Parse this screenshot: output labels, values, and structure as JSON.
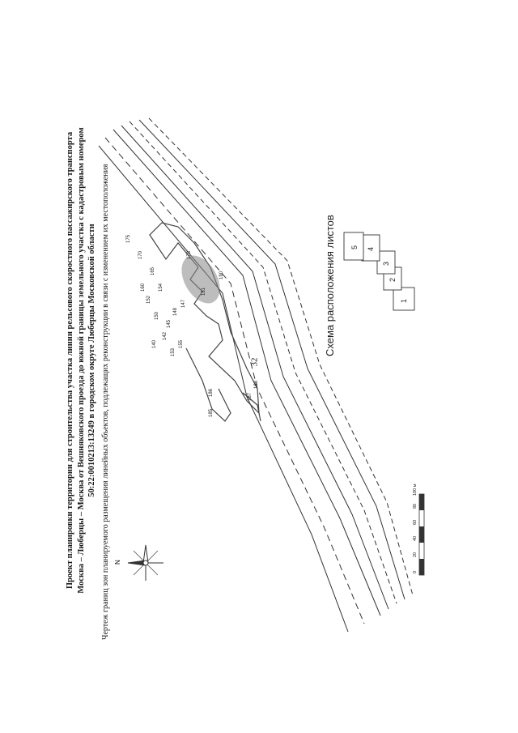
{
  "page_number": "32",
  "title": {
    "line1": "Проект планировки территории для строительства участка линии рельсового скоростного пассажирского транспорта",
    "line2": "Москва – Люберцы – Москва от Вешняковского проезда до южной границы земельного участка с кадастровым номером",
    "line3": "50:22:0010213:13249 в городском округе Люберцы Московской области"
  },
  "caption": "Чертеж границ зон планируемого размещения линейных объектов, подлежащих реконструкции в связи с изменением их местоположения",
  "compass": {
    "north_label": "N",
    "icon": "compass-rose-icon"
  },
  "scale_bar": {
    "ticks": [
      "0",
      "20",
      "40",
      "60",
      "80",
      "100 м"
    ]
  },
  "sheet_scheme": {
    "title": "Схема расположения листов",
    "sheets": [
      "1",
      "2",
      "3",
      "4",
      "5"
    ]
  },
  "map_labels": [
    "181",
    "185",
    "186",
    "160",
    "165",
    "170",
    "175",
    "178",
    "150",
    "152",
    "154",
    "140",
    "142",
    "145",
    "148",
    "147",
    "153",
    "155",
    "187",
    "188",
    "190"
  ]
}
